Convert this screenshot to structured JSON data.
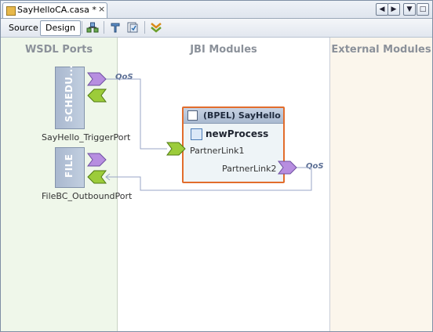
{
  "tab": {
    "title": "SayHelloCA.casa *",
    "close": "×"
  },
  "nav_buttons": {
    "prev": "◀",
    "next": "▶",
    "menu": "▼",
    "maximize": "□"
  },
  "toolbar": {
    "source_label": "Source",
    "design_label": "Design",
    "icons": [
      "build-icon",
      "test-icon",
      "validate-icon",
      "deploy-icon"
    ]
  },
  "columns": {
    "wsdl": "WSDL Ports",
    "jbi": "JBI Modules",
    "external": "External Modules"
  },
  "ports": [
    {
      "label": "SCHEDU...",
      "name": "SayHello_TriggerPort",
      "qos": "QoS"
    },
    {
      "label": "FILE",
      "name": "FileBC_OutboundPort"
    }
  ],
  "bpel": {
    "title": "(BPEL) SayHello",
    "process": "newProcess",
    "link1": "PartnerLink1",
    "link2": "PartnerLink2",
    "qos": "QoS"
  },
  "colors": {
    "accent": "#e26d2c",
    "consumes": "#b78ee0",
    "provides": "#9ccc3a",
    "connection": "#98a6c7"
  }
}
